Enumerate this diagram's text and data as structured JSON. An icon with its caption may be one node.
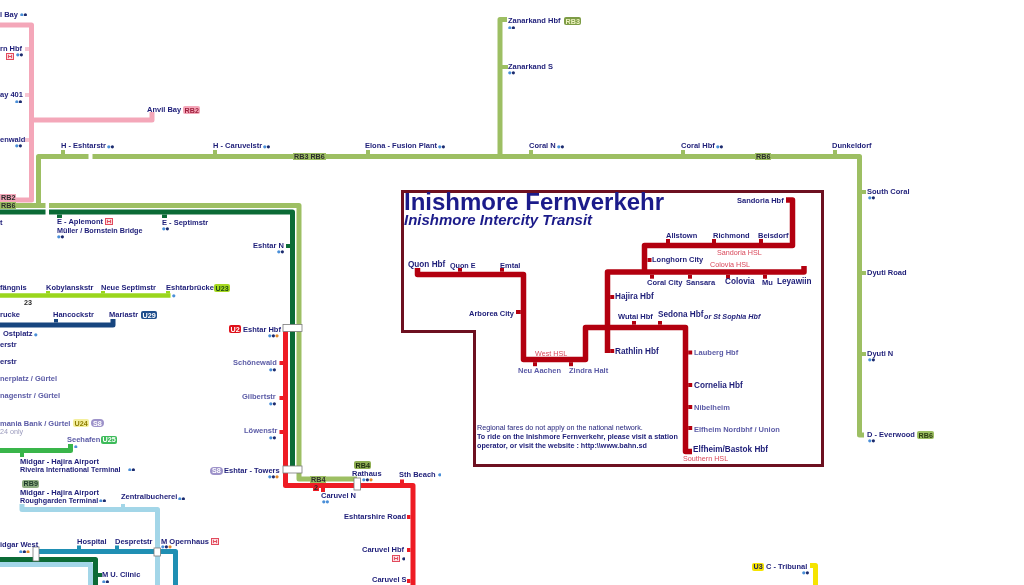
{
  "diagram": {
    "nodes": [
      {
        "text": [
          "Inishmore Fernverkehr",
          "Inishmore Intercity Transit",
          "Sandoria Hbf",
          "Allstown",
          "Richmond",
          "Beisdorf",
          "Sandoria HSL",
          "Longhorn City",
          "Quon Hbf",
          "Quon E",
          "Emtal",
          "Colovia HSL",
          "Coral City",
          "Sansara",
          "Colovia",
          "Mu",
          "Leyawiin",
          "Hajira Hbf",
          "Arborea City",
          "Wutai Hbf",
          "Sedona Hbf",
          "or St Sophia Hbf",
          "West HSL",
          "Rathlin Hbf",
          "Lauberg Hbf",
          "Neu Aachen",
          "Zindra Halt",
          "Cornelia Hbf",
          "Nibelheim",
          "Regional fares do not apply on the national network.",
          "Elfheim Nordbhf / Union",
          "To ride on the Inishmore Fernverkehr, please visit a station operator, or visit the website : http:\\\\www.bahn.sd",
          "Elfheim/Bastok Hbf",
          "Southern HSL"
        ]
      }
    ],
    "labels": [
      "l Bay",
      "Zanarkand Hbf",
      "RB3",
      "rn Hbf",
      "Zanarkand S",
      "ay 401",
      "Anvil Bay",
      "RB2",
      "enwald",
      "H - Eshtarstr",
      "H - Caruvelstr",
      "Elona - Fusion Plant",
      "Coral N",
      "Coral Hbf",
      "Dunkeldorf",
      "RB3 RB6",
      "RB6",
      "South Coral",
      "RB2",
      "RB6",
      "t",
      "E - Aplemont",
      "E - Septimstr",
      "Müller / Bornstein Bridge",
      "Eshtar N",
      "Dyuti Road",
      "fängnis",
      "Kobylanskstr",
      "Neue Septimstr",
      "Eshtarbrücke",
      "U23",
      "23",
      "rucke",
      "Hancockstr",
      "Mariastr",
      "U29",
      "Ostplatz",
      "U2",
      "Eshtar Hbf",
      "erstr",
      "Dyuti N",
      "erstr",
      "Schönewald",
      "nerplatz / Gürtel",
      "nagenstr / Gürtel",
      "Gilbertstr",
      "mania Bank / Gürtel",
      "U24",
      "S8",
      "24 only",
      "Löwenstr",
      "D - Everwood",
      "RB6",
      "Seehafen",
      "U25",
      "Midgar - Hajira Airport",
      "Riveira International Terminal",
      "S8",
      "Eshtar - Towers",
      "RB4",
      "RB4",
      "Rathaus",
      "Sth Beach",
      "RB9",
      "2",
      "Midgar - Hajira Airport",
      "Roughgarden Terminal",
      "Zentralbucherei",
      "Caruvel N",
      "Eshtarshire Road",
      "Hospital",
      "Despretstr",
      "M Opernhaus",
      "idgar West",
      "Caruvel Hbf",
      "U3",
      "C - Tribunal",
      "M U. Clinic",
      "Caruvel S"
    ]
  }
}
